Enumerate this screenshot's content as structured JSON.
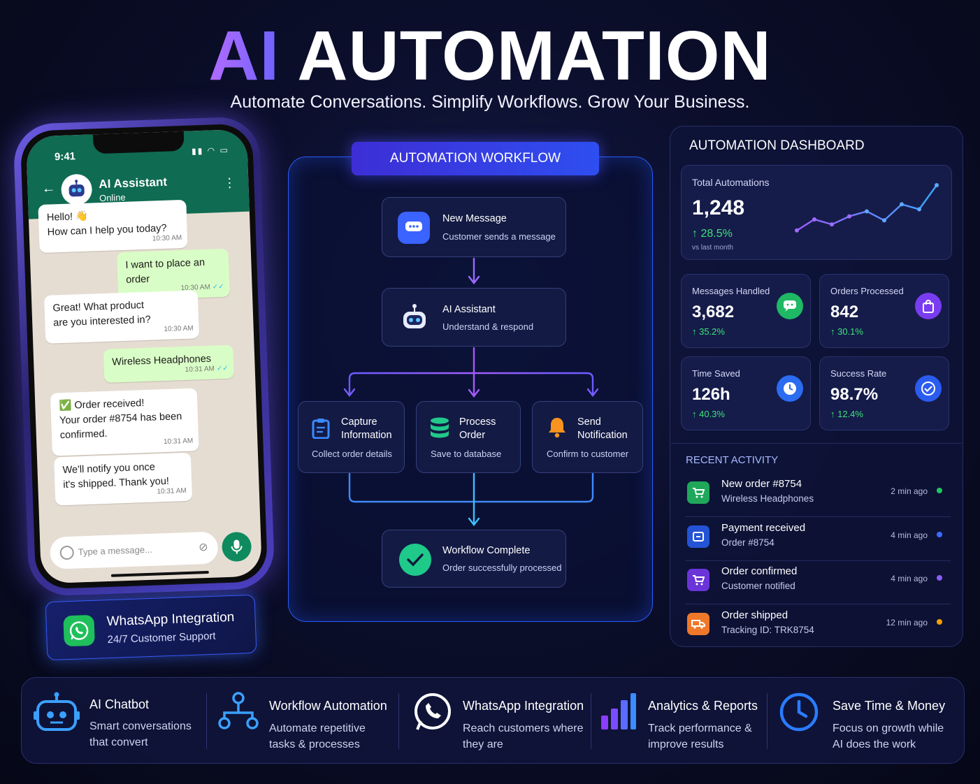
{
  "hero": {
    "title_accent": "AI",
    "title_main": "AUTOMATION",
    "subtitle": "Automate Conversations. Simplify Workflows. Grow Your Business."
  },
  "phone": {
    "time": "9:41",
    "contact_name": "AI Assistant",
    "contact_status": "Online",
    "messages": [
      {
        "dir": "in",
        "text": "Hello! 👋\nHow can I help you today?",
        "time": "10:30 AM"
      },
      {
        "dir": "out",
        "text": "I want to place an order",
        "time": "10:30 AM"
      },
      {
        "dir": "in",
        "text": "Great! What product\nare you interested in?",
        "time": "10:30 AM"
      },
      {
        "dir": "out",
        "text": "Wireless Headphones",
        "time": "10:31 AM"
      },
      {
        "dir": "in",
        "text": "✅ Order received!\nYour order #8754 has been\nconfirmed.",
        "time": "10:31 AM"
      },
      {
        "dir": "in",
        "text": "We'll notify you once\nit's shipped. Thank you!",
        "time": "10:31 AM"
      }
    ],
    "compose_placeholder": "Type a message..."
  },
  "wa_badge": {
    "title": "WhatsApp Integration",
    "subtitle": "24/7 Customer Support"
  },
  "workflow": {
    "header": "AUTOMATION WORKFLOW",
    "new_message": {
      "title": "New Message",
      "desc": "Customer sends a message"
    },
    "assistant": {
      "title": "AI Assistant",
      "desc": "Understand & respond"
    },
    "capture": {
      "title": "Capture\nInformation",
      "desc": "Collect order details"
    },
    "process": {
      "title": "Process\nOrder",
      "desc": "Save to database"
    },
    "notify": {
      "title": "Send\nNotification",
      "desc": "Confirm to customer"
    },
    "complete": {
      "title": "Workflow Complete",
      "desc": "Order successfully processed"
    }
  },
  "dashboard": {
    "title": "AUTOMATION DASHBOARD",
    "total": {
      "label": "Total Automations",
      "value": "1,248",
      "change": "↑ 28.5%",
      "note": "vs last month",
      "trend": [
        0.1,
        0.32,
        0.22,
        0.38,
        0.48,
        0.3,
        0.62,
        0.52,
        1.0
      ]
    },
    "stats": [
      {
        "label": "Messages Handled",
        "value": "3,682",
        "change": "↑ 35.2%",
        "icon": "chat-icon",
        "color": "#1fb864"
      },
      {
        "label": "Orders Processed",
        "value": "842",
        "change": "↑ 30.1%",
        "icon": "shopping-bag-icon",
        "color": "#7a3cf0"
      },
      {
        "label": "Time Saved",
        "value": "126h",
        "change": "↑ 40.3%",
        "icon": "clock-icon",
        "color": "#2b6cf0"
      },
      {
        "label": "Success Rate",
        "value": "98.7%",
        "change": "↑ 12.4%",
        "icon": "check-circle-icon",
        "color": "#2b5cf0"
      }
    ],
    "activity_title": "RECENT ACTIVITY",
    "activity": [
      {
        "title": "New order #8754",
        "sub": "Wireless Headphones",
        "time": "2 min ago",
        "icon": "cart-icon",
        "color": "#1fa85a",
        "dot": "#22c55e"
      },
      {
        "title": "Payment received",
        "sub": "Order #8754",
        "time": "4 min ago",
        "icon": "card-icon",
        "color": "#2453d6",
        "dot": "#3b6cff"
      },
      {
        "title": "Order confirmed",
        "sub": "Customer notified",
        "time": "4 min ago",
        "icon": "cart-icon",
        "color": "#6a34d9",
        "dot": "#8b5cf6"
      },
      {
        "title": "Order shipped",
        "sub": "Tracking ID: TRK8754",
        "time": "12 min ago",
        "icon": "truck-icon",
        "color": "#f0782a",
        "dot": "#f59e0b"
      }
    ]
  },
  "features": [
    {
      "title": "AI Chatbot",
      "desc": "Smart conversations\nthat convert",
      "icon": "robot-icon"
    },
    {
      "title": "Workflow Automation",
      "desc": "Automate repetitive\ntasks & processes",
      "icon": "workflow-icon"
    },
    {
      "title": "WhatsApp Integration",
      "desc": "Reach customers where\nthey are",
      "icon": "whatsapp-icon"
    },
    {
      "title": "Analytics & Reports",
      "desc": "Track performance &\nimprove results",
      "icon": "bar-chart-icon"
    },
    {
      "title": "Save Time & Money",
      "desc": "Focus on growth while\nAI does the work",
      "icon": "clock-icon"
    }
  ]
}
